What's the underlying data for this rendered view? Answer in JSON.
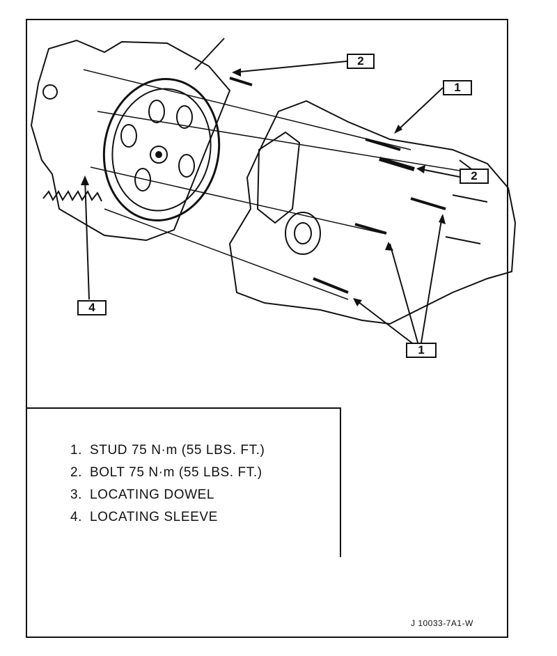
{
  "callouts": {
    "stud": "1",
    "bolt": "2",
    "locating_sleeve": "4"
  },
  "legend": [
    {
      "num": "1.",
      "text": "STUD 75 N·m (55 LBS. FT.)"
    },
    {
      "num": "2.",
      "text": "BOLT 75 N·m (55 LBS. FT.)"
    },
    {
      "num": "3.",
      "text": "LOCATING DOWEL"
    },
    {
      "num": "4.",
      "text": "LOCATING SLEEVE"
    }
  ],
  "figure_id": "J 10033-7A1-W"
}
